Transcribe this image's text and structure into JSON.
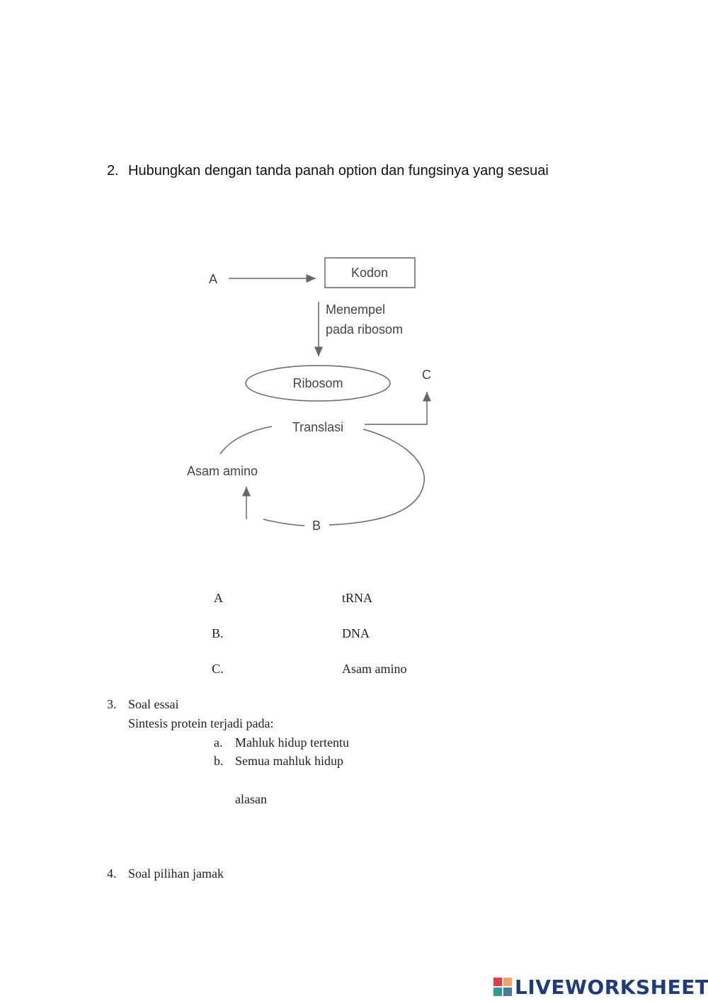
{
  "question2": {
    "number": "2.",
    "text": "Hubungkan dengan tanda panah option dan fungsinya  yang sesuai"
  },
  "diagram": {
    "label_a": "A",
    "box_label": "Kodon",
    "arrow_label_line1": "Menempel",
    "arrow_label_line2": "pada ribosom",
    "ellipse_label": "Ribosom",
    "label_c": "C",
    "cycle_label": "Translasi",
    "left_label": "Asam amino",
    "label_b": "B"
  },
  "matching": {
    "rows": [
      {
        "letter": "A",
        "option": "tRNA"
      },
      {
        "letter": "B.",
        "option": "DNA"
      },
      {
        "letter": "C.",
        "option": "Asam amino"
      }
    ]
  },
  "question3": {
    "number": "3.",
    "title": "Soal essai",
    "prompt": "Sintesis protein terjadi pada:",
    "choices": [
      {
        "marker": "a.",
        "text": "Mahluk hidup tertentu"
      },
      {
        "marker": "b.",
        "text": "Semua mahluk hidup"
      }
    ],
    "reason_label": "alasan"
  },
  "question4": {
    "number": "4.",
    "title": "Soal pilihan jamak"
  },
  "logo": {
    "text": "LIVEWORKSHEETS",
    "colors": [
      "#e63946",
      "#f4a261",
      "#2a9d8f",
      "#457b9d"
    ]
  }
}
